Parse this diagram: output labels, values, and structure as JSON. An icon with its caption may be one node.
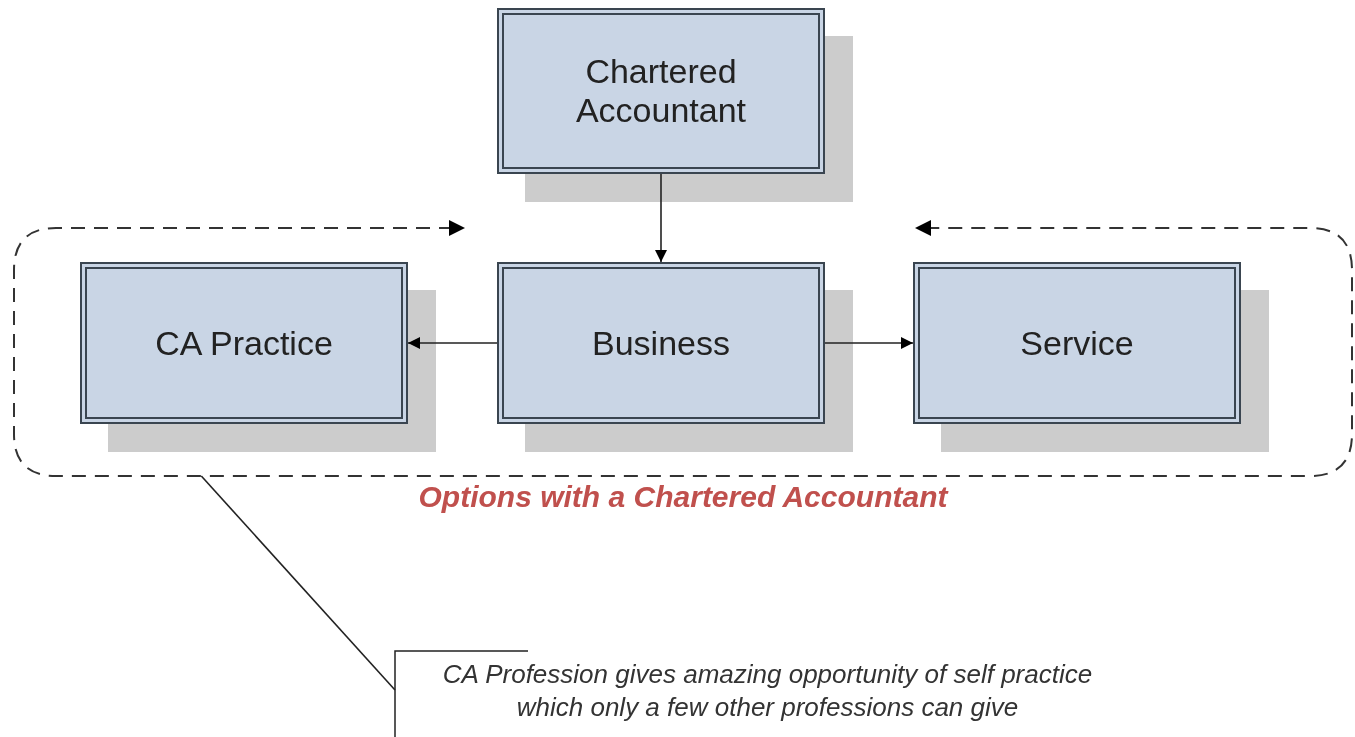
{
  "diagram": {
    "nodes": [
      {
        "text": [
          "Options with a Chartered Accountant"
        ]
      },
      {
        "text": [
          "Chartered Accountant"
        ]
      },
      {
        "text": [
          "CA Practice"
        ],
        "in": 0
      },
      {
        "text": [
          "Business"
        ],
        "in": 0
      },
      {
        "text": [
          "Service"
        ],
        "in": 0
      },
      {
        "text": [
          "CA Profession gives amazing opportunity of self practice which only a few other professions can give"
        ]
      }
    ],
    "edges": [
      {
        "from": 1,
        "to": 3,
        "arrow": "to"
      },
      {
        "from": 3,
        "to": 2,
        "arrow": "to"
      },
      {
        "from": 3,
        "to": 4,
        "arrow": "to"
      },
      {
        "from": 5,
        "to": 0,
        "arrow": "none"
      }
    ]
  }
}
